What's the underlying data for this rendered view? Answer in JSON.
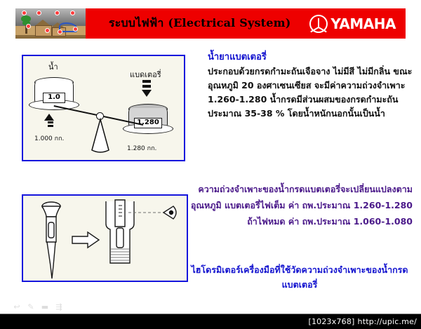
{
  "header": {
    "title": "ระบบไฟฟ้า (Electrical System)",
    "brand": "YAMAHA",
    "brand_mark": "yamaha-tuning-fork-icon",
    "thumbnail_alt": "village-scene-thumbnail",
    "bg_color": "#ee0000",
    "title_color": "#000000"
  },
  "diagram_scale": {
    "name": "balance-scale-water-vs-battery-acid",
    "left_label": "น้ำ",
    "left_value": "1.0",
    "left_weight": "1.000 กก.",
    "right_label": "แบดเตอรี่",
    "right_value": "1.280",
    "right_weight": "1.280 กก."
  },
  "diagram_hydrometer": {
    "name": "hydrometer-reading-diagram",
    "caption": ""
  },
  "content": {
    "heading1": "น้ำยาแบตเตอรี่",
    "para1": "ประกอบด้วยกรดกำมะถันเจือจาง ไม่มีสี ไม่มีกลิ่น ขณะอุณหภูมิ 20 องศาเซนเซียส จะมีค่าความถ่วงจำเพาะ 1.260-1.280  น้ำกรดมีส่วนผสมของกรดกำมะถัน ประมาณ 35-38 % โดยน้ำหนักนอกนั้นเป็นน้ำ",
    "para2": "ความถ่วงจำเพาะของน้ำกรดแบตเตอรี่จะเปลี่ยนแปลงตามอุณหภูมิ แบตเตอรี่ไฟเต็ม ค่า ถพ.ประมาณ 1.260-1.280 ถ้าไฟหมด ค่า ถพ.ประมาณ 1.060-1.080",
    "para3": "ไฮโดรมิเตอร์เครื่องมือที่ใช้วัดความถ่วงจำเพาะของน้ำกรดแบตเตอรี่",
    "heading1_color": "#1414cf",
    "para2_color": "#4b1a8a",
    "para3_color": "#1414cf"
  },
  "toolbar": {
    "icons": [
      "back-arrow-icon",
      "pencil-icon",
      "page-icon",
      "forward-arrow-icon"
    ]
  },
  "statusbar": {
    "resolution": "[1023x768]",
    "url": "http://upic.me/"
  }
}
